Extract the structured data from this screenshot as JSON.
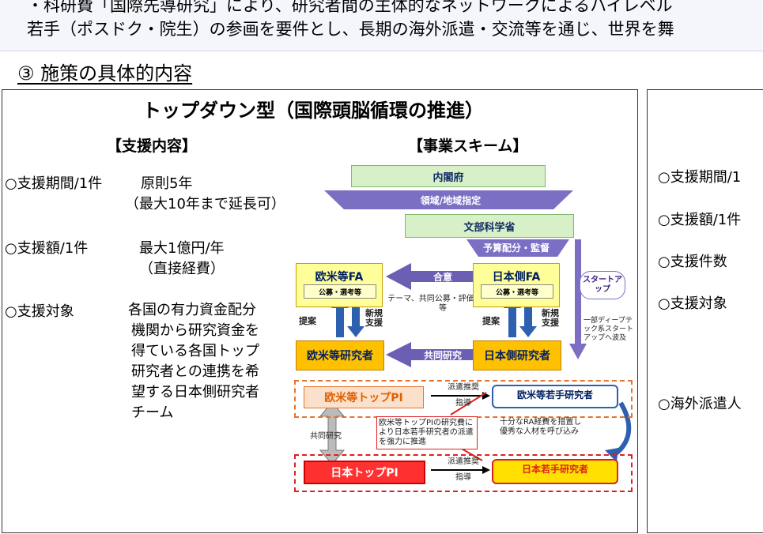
{
  "top": {
    "line1": "・科研費「国際先導研究」により、研究者間の主体的なネットワークによるハイレベル",
    "line2": "若手（ポスドク・院生）の参画を要件とし、長期の海外派遣・交流等を通じ、世界を舞"
  },
  "heading": "③ 施策の具体的内容",
  "left_panel": {
    "title": "トップダウン型（国際頭脳循環の推進）",
    "support_header": "【支援内容】",
    "scheme_header": "【事業スキーム】",
    "items": [
      {
        "label": "○支援期間/1件",
        "value": "原則5年",
        "value2": "（最大10年まで延長可）"
      },
      {
        "label": "○支援額/1件",
        "value": "最大1億円/年",
        "value2": "（直接経費）"
      },
      {
        "label": "○支援対象",
        "value_lines": [
          "各国の有力資金配分",
          "機関から研究資金を",
          "得ている各国トップ",
          "研究者との連携を希",
          "望する日本側研究者",
          "チーム"
        ]
      }
    ]
  },
  "scheme": {
    "naikakufu": "内閣府",
    "domain_designation": "領域/地域指定",
    "mext": "文部科学省",
    "budget": "予算配分・監督",
    "fa_west": "欧米等FA",
    "fa_west_tag": "公募・選考等",
    "agreement": "合意",
    "agreement_note": "テーマ、共同公募・評価・支援等",
    "fa_japan": "日本側FA",
    "fa_japan_tag": "公募・選考等",
    "startup": "スタートアップ",
    "deeptech_note": "一部ディープテック系スタートアップへ波及",
    "proposal": "提案",
    "new_support": "新規支援",
    "researcher_west": "欧米等研究者",
    "joint_research": "共同研究",
    "researcher_japan": "日本側研究者",
    "top_pi_west": "欧米等トップPI",
    "dispatch_accept": "派遣推奨",
    "guidance": "指導",
    "young_west": "欧米等若手研究者",
    "joint_research2": "共同研究",
    "note_funds": "欧米等トップPIの研究費により日本若手研究者の派遣を強力に推進",
    "note_ra": "十分なRA経費を措置し優秀な人材を呼び込み",
    "top_pi_japan": "日本トップPI",
    "dispatch_accept2": "派遣推奨",
    "guidance2": "指導",
    "young_japan": "日本若手研究者"
  },
  "right_panel": {
    "items": [
      "○支援期間/1",
      "○支援額/1件",
      "○支援件数",
      "○支援対象",
      "○海外派遣人"
    ]
  }
}
